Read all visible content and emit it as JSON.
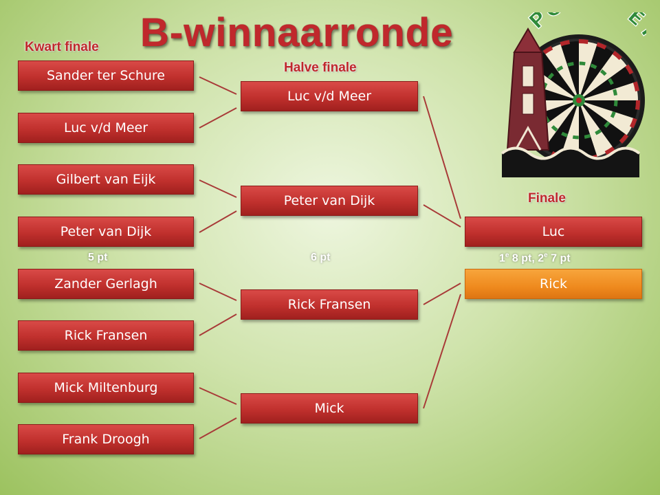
{
  "title": "B-winnaarronde",
  "rounds": {
    "quarter": "Kwart finale",
    "semi": "Halve finale",
    "final": "Finale"
  },
  "quarter_finals": [
    "Sander ter Schure",
    "Luc v/d Meer",
    "Gilbert van Eijk",
    "Peter van Dijk",
    "Zander Gerlagh",
    "Rick Fransen",
    "Mick Miltenburg",
    "Frank Droogh"
  ],
  "semi_finals": [
    "Luc v/d Meer",
    "Peter van Dijk",
    "Rick Fransen",
    "Mick"
  ],
  "finals": [
    "Luc",
    "Rick"
  ],
  "points": {
    "quarter": "5 pt",
    "semi": "6 pt",
    "final_first_num": "1",
    "final_first_sup": "e",
    "final_first_rest": " 8 pt, ",
    "final_second_num": "2",
    "final_second_sup": "e",
    "final_second_rest": " 7 pt"
  },
  "logo": {
    "text": "POEL'S EYE",
    "icon": "dartboard-windmill-logo"
  },
  "colors": {
    "box_red": "#c0302d",
    "box_orange": "#ef8a1e",
    "title_red": "#c0282c",
    "line": "#a83a38"
  }
}
